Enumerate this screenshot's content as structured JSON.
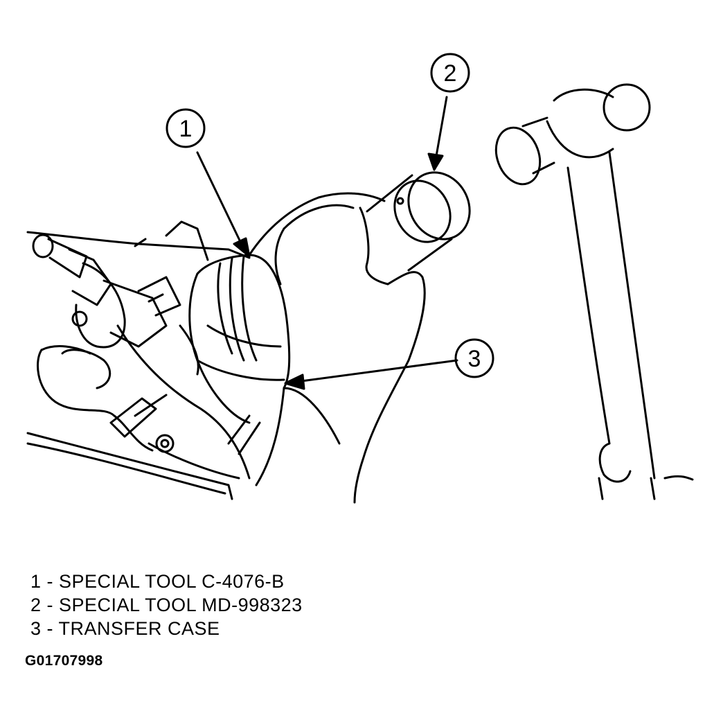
{
  "callouts": [
    {
      "number": "1"
    },
    {
      "number": "2"
    },
    {
      "number": "3"
    }
  ],
  "legend": [
    {
      "text": "1 - SPECIAL TOOL C-4076-B"
    },
    {
      "text": "2 - SPECIAL TOOL MD-998323"
    },
    {
      "text": "3 - TRANSFER CASE"
    }
  ],
  "figure_id": "G01707998"
}
